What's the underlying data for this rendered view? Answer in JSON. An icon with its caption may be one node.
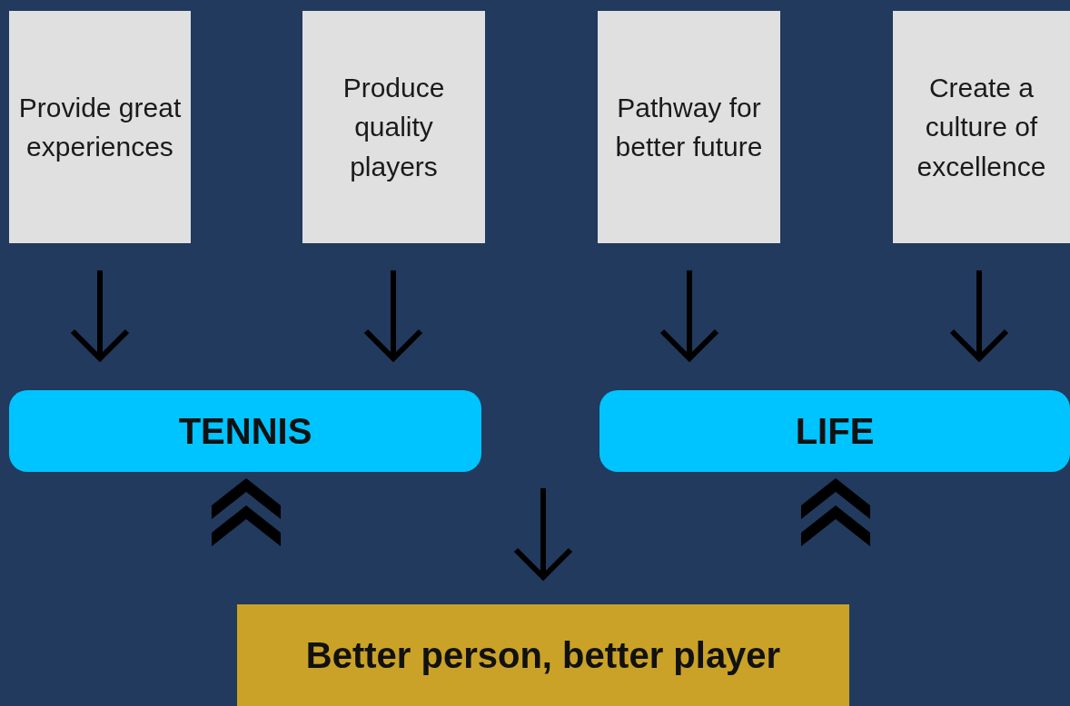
{
  "diagram": {
    "nodes": [
      {
        "text": [
          "Provide great experiences"
        ]
      },
      {
        "text": [
          "Produce quality players"
        ]
      },
      {
        "text": [
          "Pathway for better future"
        ]
      },
      {
        "text": [
          "Create a culture of excellence"
        ]
      },
      {
        "text": [
          "TENNIS"
        ]
      },
      {
        "text": [
          "LIFE"
        ]
      },
      {
        "text": [
          "Better person, better player"
        ]
      }
    ],
    "edges": [
      {
        "from": 0,
        "to": 4,
        "arrow": "to"
      },
      {
        "from": 1,
        "to": 4,
        "arrow": "to"
      },
      {
        "from": 2,
        "to": 5,
        "arrow": "to"
      },
      {
        "from": 3,
        "to": 5,
        "arrow": "to"
      },
      {
        "from": 6,
        "to": 4,
        "arrow": "to"
      },
      {
        "from": null,
        "to": 6,
        "arrow": "to"
      },
      {
        "from": 6,
        "to": 5,
        "arrow": "to"
      }
    ]
  }
}
